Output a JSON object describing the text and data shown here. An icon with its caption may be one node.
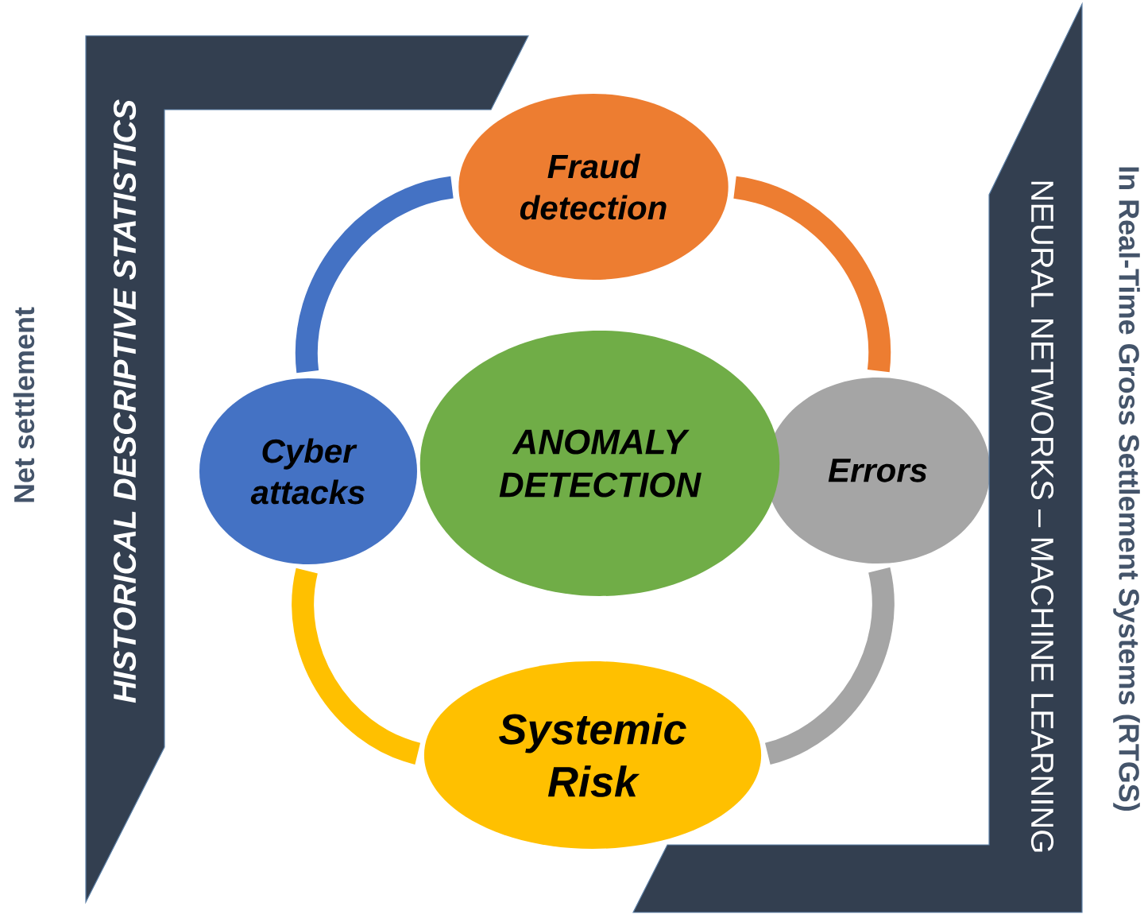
{
  "diagram": {
    "nodes": [
      {
        "text": [
          "Fraud detection"
        ]
      },
      {
        "text": [
          "Errors"
        ]
      },
      {
        "text": [
          "Systemic Risk"
        ]
      },
      {
        "text": [
          "Cyber attacks"
        ]
      },
      {
        "text": [
          "ANOMALY DETECTION"
        ]
      },
      {
        "text": [
          "HISTORICAL DESCRIPTIVE STATISTICS"
        ]
      },
      {
        "text": [
          "NEURAL NETWORKS – MACHINE LEARNING"
        ]
      }
    ],
    "edges": [
      {
        "from": 0,
        "to": 1,
        "arrow": "none",
        "color": "#ed7d31"
      },
      {
        "from": 1,
        "to": 2,
        "arrow": "none",
        "color": "#a5a5a5"
      },
      {
        "from": 2,
        "to": 3,
        "arrow": "none",
        "color": "#ffc000"
      },
      {
        "from": 3,
        "to": 0,
        "arrow": "none",
        "color": "#4472c4"
      }
    ],
    "labels": [
      "Net settlement",
      "In Real-Time Gross Settlement Systems (RTGS)"
    ]
  }
}
